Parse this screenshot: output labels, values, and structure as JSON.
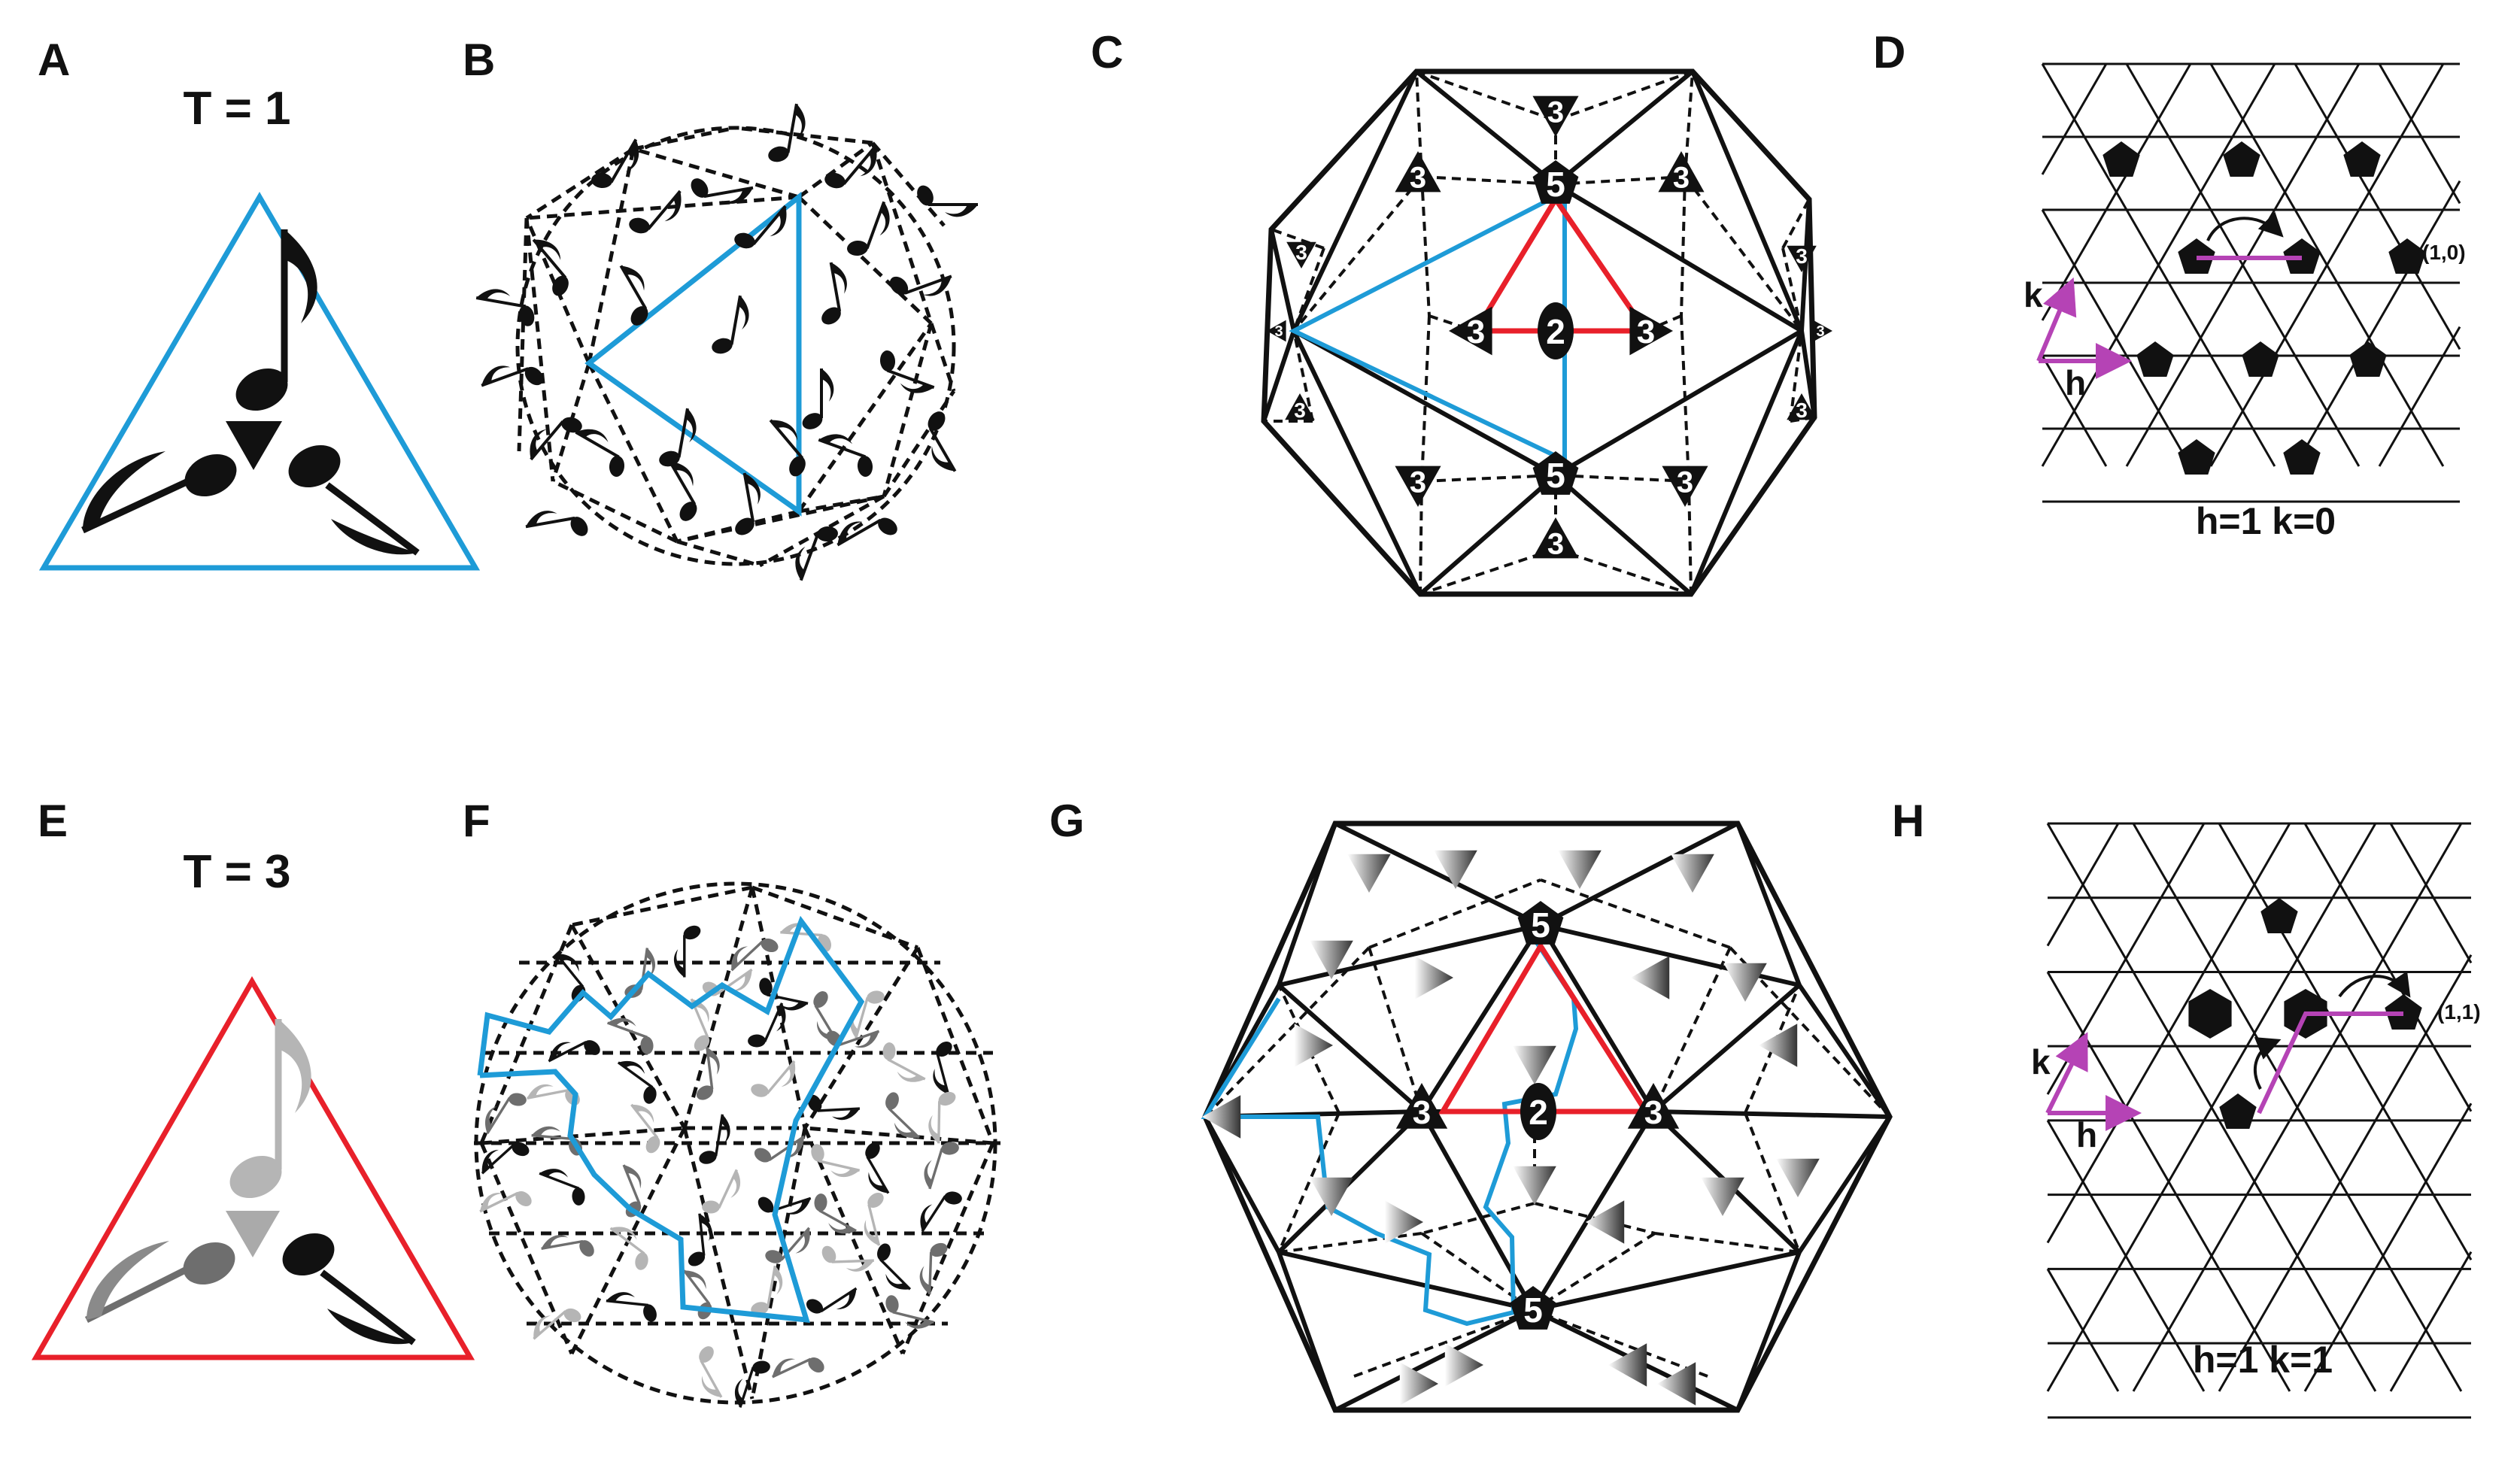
{
  "panels": {
    "A": {
      "label": "A",
      "title": "T = 1"
    },
    "B": {
      "label": "B"
    },
    "C": {
      "label": "C",
      "fivefold": "5",
      "threefold": "3",
      "twofold": "2"
    },
    "D": {
      "label": "D",
      "h_vec": "h",
      "k_vec": "k",
      "coord": "(1,0)",
      "caption": "h=1 k=0"
    },
    "E": {
      "label": "E",
      "title": "T = 3"
    },
    "F": {
      "label": "F"
    },
    "G": {
      "label": "G",
      "fivefold": "5",
      "threefold": "3",
      "twofold": "2"
    },
    "H": {
      "label": "H",
      "h_vec": "h",
      "k_vec": "k",
      "coord": "(1,1)",
      "caption": "h=1 k=1"
    }
  },
  "colors": {
    "blue": "#1e9bd7",
    "red": "#e8202a",
    "magenta": "#b543b5",
    "black": "#111111"
  },
  "icons": [
    "music-note-icon",
    "pentagon-fivefold-icon",
    "triangle-threefold-icon",
    "ellipse-twofold-icon",
    "curved-arrow-icon"
  ]
}
